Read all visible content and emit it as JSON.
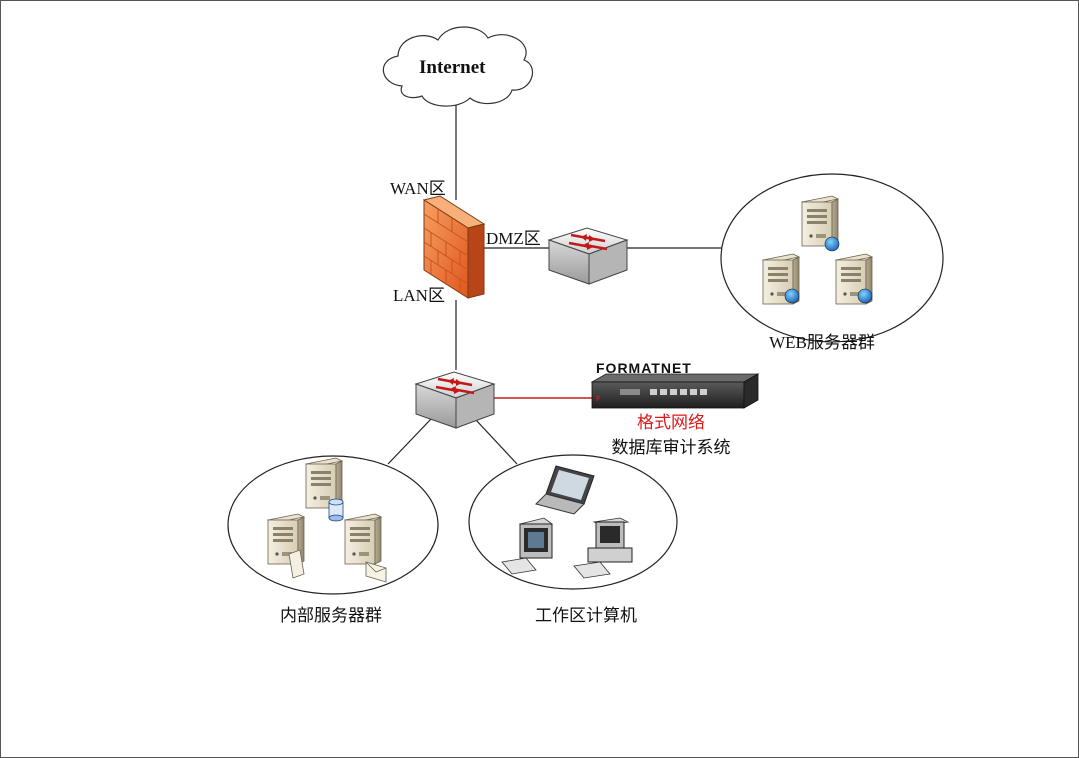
{
  "diagram": {
    "cloud_label": "Internet",
    "zones": {
      "wan": "WAN区",
      "dmz": "DMZ区",
      "lan": "LAN区"
    },
    "groups": {
      "web": "WEB服务器群",
      "internal": "内部服务器群",
      "workstations": "工作区计算机"
    },
    "audit": {
      "logo": "FORMATNET",
      "vendor": "格式网络",
      "name": "数据库审计系统"
    },
    "colors": {
      "firewall": "#e8682c",
      "audit_link": "#d11a1a",
      "vendor_text": "#e01818",
      "link": "#222222"
    }
  }
}
